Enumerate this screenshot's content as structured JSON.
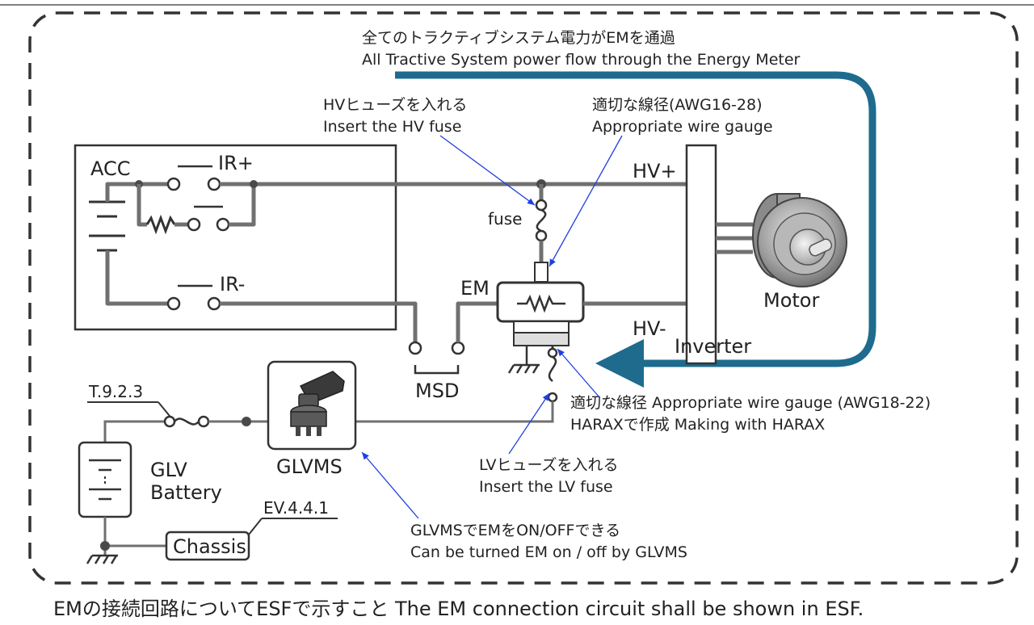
{
  "top_note": {
    "jp": "全てのトラクティブシステム電力がEMを通過",
    "en": "All Tractive System power flow through the Energy Meter"
  },
  "hv_fuse_note": {
    "jp": "HVヒューズを入れる",
    "en": "Insert the HV fuse"
  },
  "hv_wire_note": {
    "jp": "適切な線径(AWG16-28)",
    "en": "Appropriate wire gauge"
  },
  "lv_wire_note": {
    "line1": "適切な線径 Appropriate wire gauge (AWG18-22)",
    "line2": "HARAXで作成 Making with HARAX"
  },
  "lv_fuse_note": {
    "jp": "LVヒューズを入れる",
    "en": "Insert the LV fuse"
  },
  "glvms_note": {
    "jp": "GLVMSでEMをON/OFFできる",
    "en": "Can be turned EM on / off by GLVMS"
  },
  "labels": {
    "acc": "ACC",
    "ir_plus": "IR+",
    "ir_minus": "IR-",
    "fuse": "fuse",
    "em": "EM",
    "hv_plus": "HV+",
    "hv_minus": "HV-",
    "inverter": "Inverter",
    "motor": "Motor",
    "msd": "MSD",
    "t923": "T.9.2.3",
    "glvms": "GLVMS",
    "glv": "GLV",
    "battery": "Battery",
    "chassis": "Chassis",
    "ev441": "EV.4.4.1"
  },
  "caption": "EMの接続回路についてESFで示すこと The EM connection circuit shall be shown in ESF.",
  "colors": {
    "flow_arrow": "#1e6b8e",
    "annotation_arrow": "#1f3fe0",
    "wire": "#707070"
  }
}
